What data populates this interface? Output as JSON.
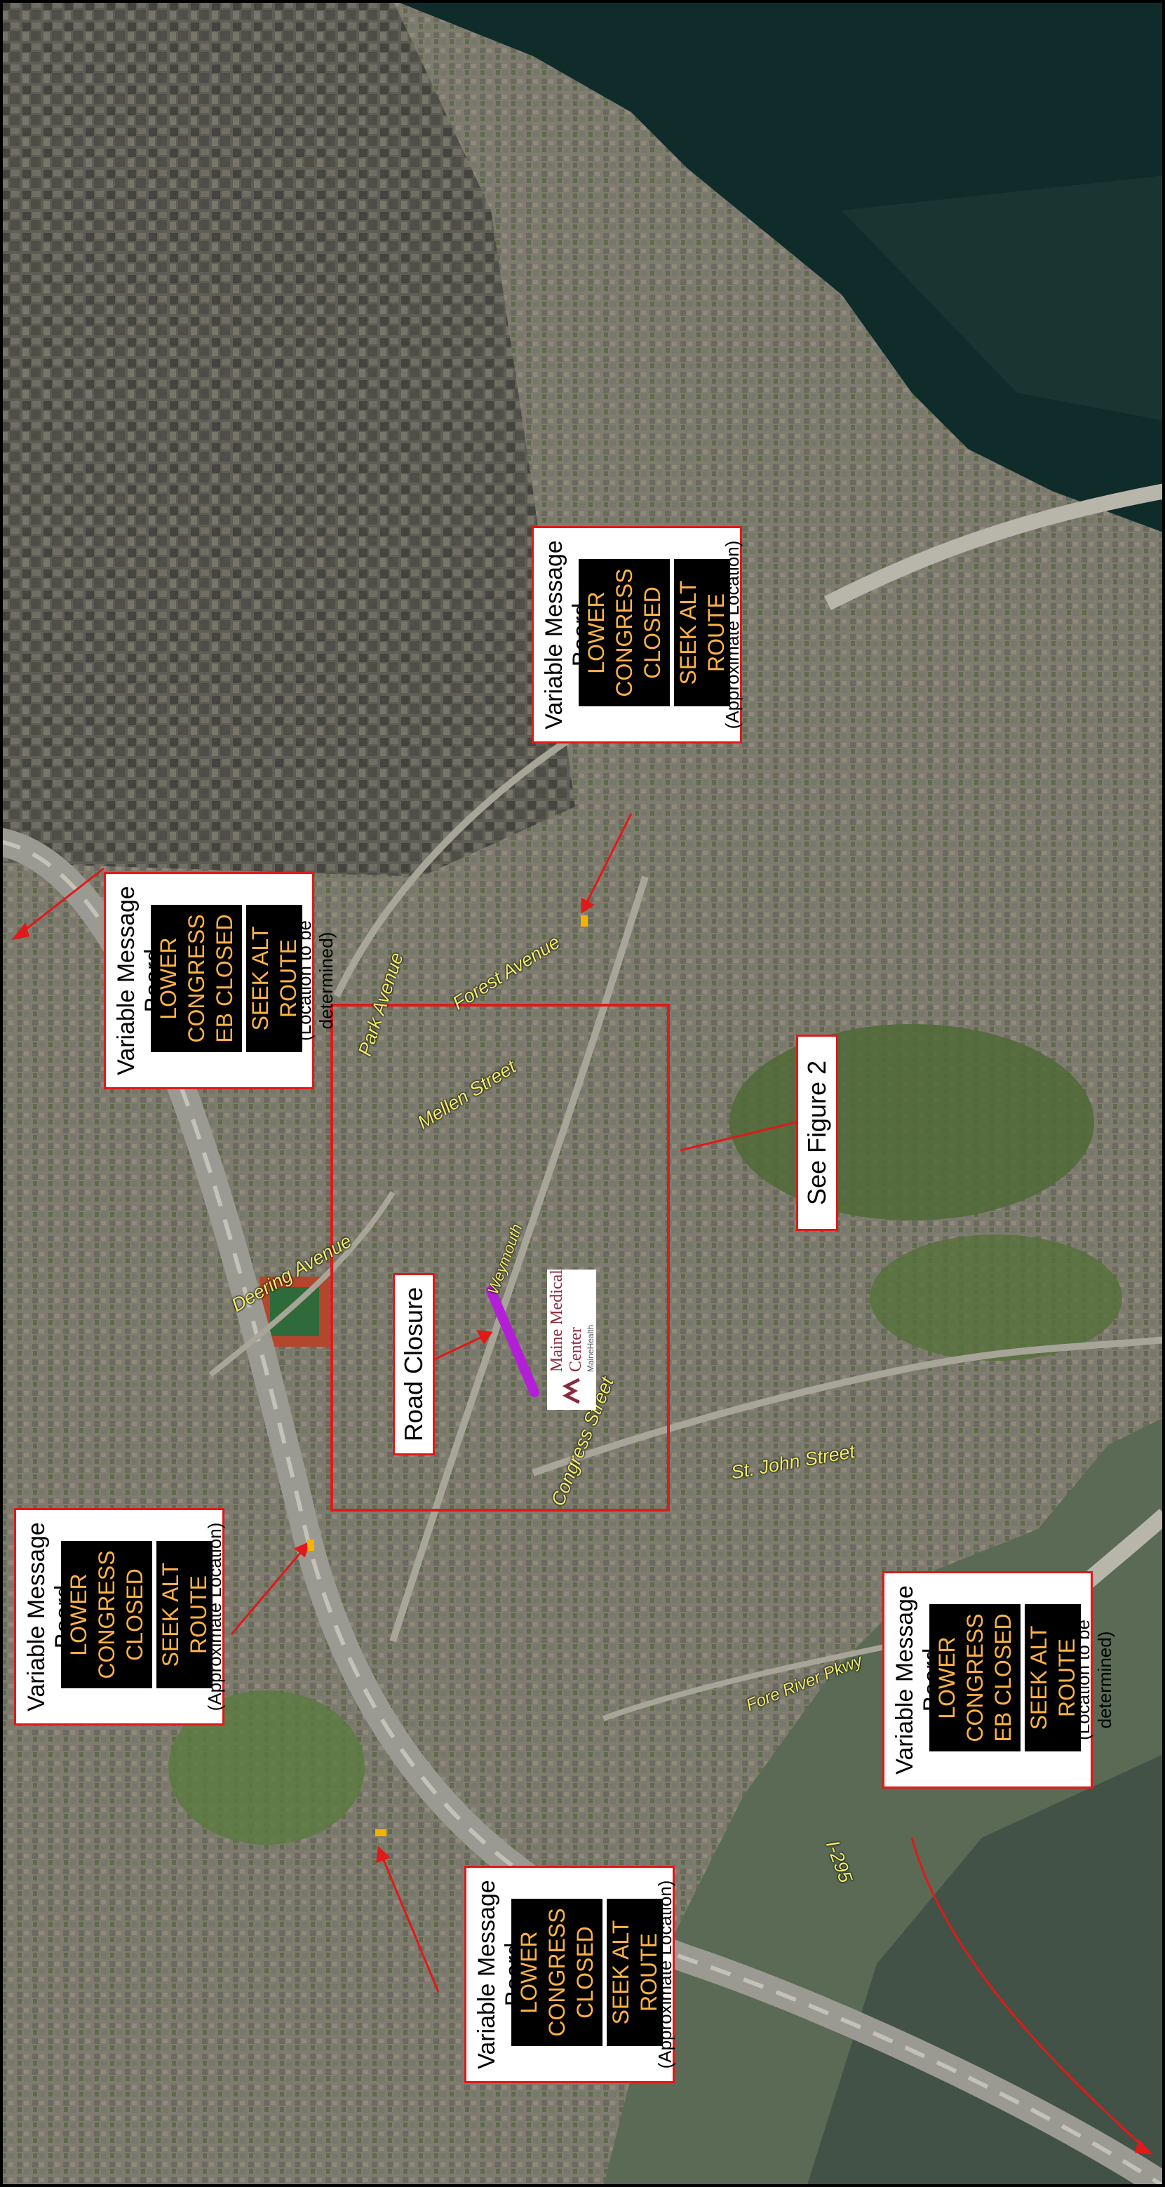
{
  "map": {
    "title": "",
    "colors": {
      "water_harbor": "#0f2b2a",
      "water_shallow": "#5a6a55",
      "urban": "#7f7c6f",
      "dense_urban": "#5b5a52",
      "green": "#4f6a36",
      "callout_border": "#e01919",
      "vmb_text": "#ffb347",
      "street_label": "#f2ec6a",
      "closure": "#b31fd6"
    }
  },
  "streets": [
    {
      "id": "forest-avenue",
      "label": "Forest Avenue"
    },
    {
      "id": "park-avenue",
      "label": "Park Avenue"
    },
    {
      "id": "mellen-street",
      "label": "Mellen Street"
    },
    {
      "id": "deering-avenue",
      "label": "Deering Avenue"
    },
    {
      "id": "weymouth-street",
      "label": "Weymouth"
    },
    {
      "id": "congress-street",
      "label": "Congress Street"
    },
    {
      "id": "st-john-street",
      "label": "St. John Street"
    },
    {
      "id": "fore-river-pkwy",
      "label": "Fore River Pkwy"
    },
    {
      "id": "i-295",
      "label": "I-295"
    }
  ],
  "callouts": {
    "road_closure": "Road Closure",
    "see_figure": "See Figure 2"
  },
  "logo": {
    "name": "Maine Medical Center",
    "sub": "MaineHealth"
  },
  "boards": [
    {
      "id": "vmb-1",
      "title": "Variable Message Board",
      "panel1": "LOWER\nCONGRESS\nEB CLOSED",
      "panel2": "SEEK ALT\nROUTE",
      "note": "(Location to be determined)"
    },
    {
      "id": "vmb-2",
      "title": "Variable Message Board",
      "panel1": "LOWER\nCONGRESS\nCLOSED",
      "panel2": "SEEK ALT\nROUTE",
      "note": "(Approximate Location)"
    },
    {
      "id": "vmb-3",
      "title": "Variable Message Board",
      "panel1": "LOWER\nCONGRESS\nCLOSED",
      "panel2": "SEEK ALT\nROUTE",
      "note": "(Approximate Location)"
    },
    {
      "id": "vmb-4",
      "title": "Variable Message Board",
      "panel1": "LOWER\nCONGRESS\nEB CLOSED",
      "panel2": "SEEK ALT\nROUTE",
      "note": "(Location to be determined)"
    },
    {
      "id": "vmb-5",
      "title": "Variable Message Board",
      "panel1": "LOWER\nCONGRESS\nCLOSED",
      "panel2": "SEEK ALT\nROUTE",
      "note": "(Approximate Location)"
    }
  ]
}
